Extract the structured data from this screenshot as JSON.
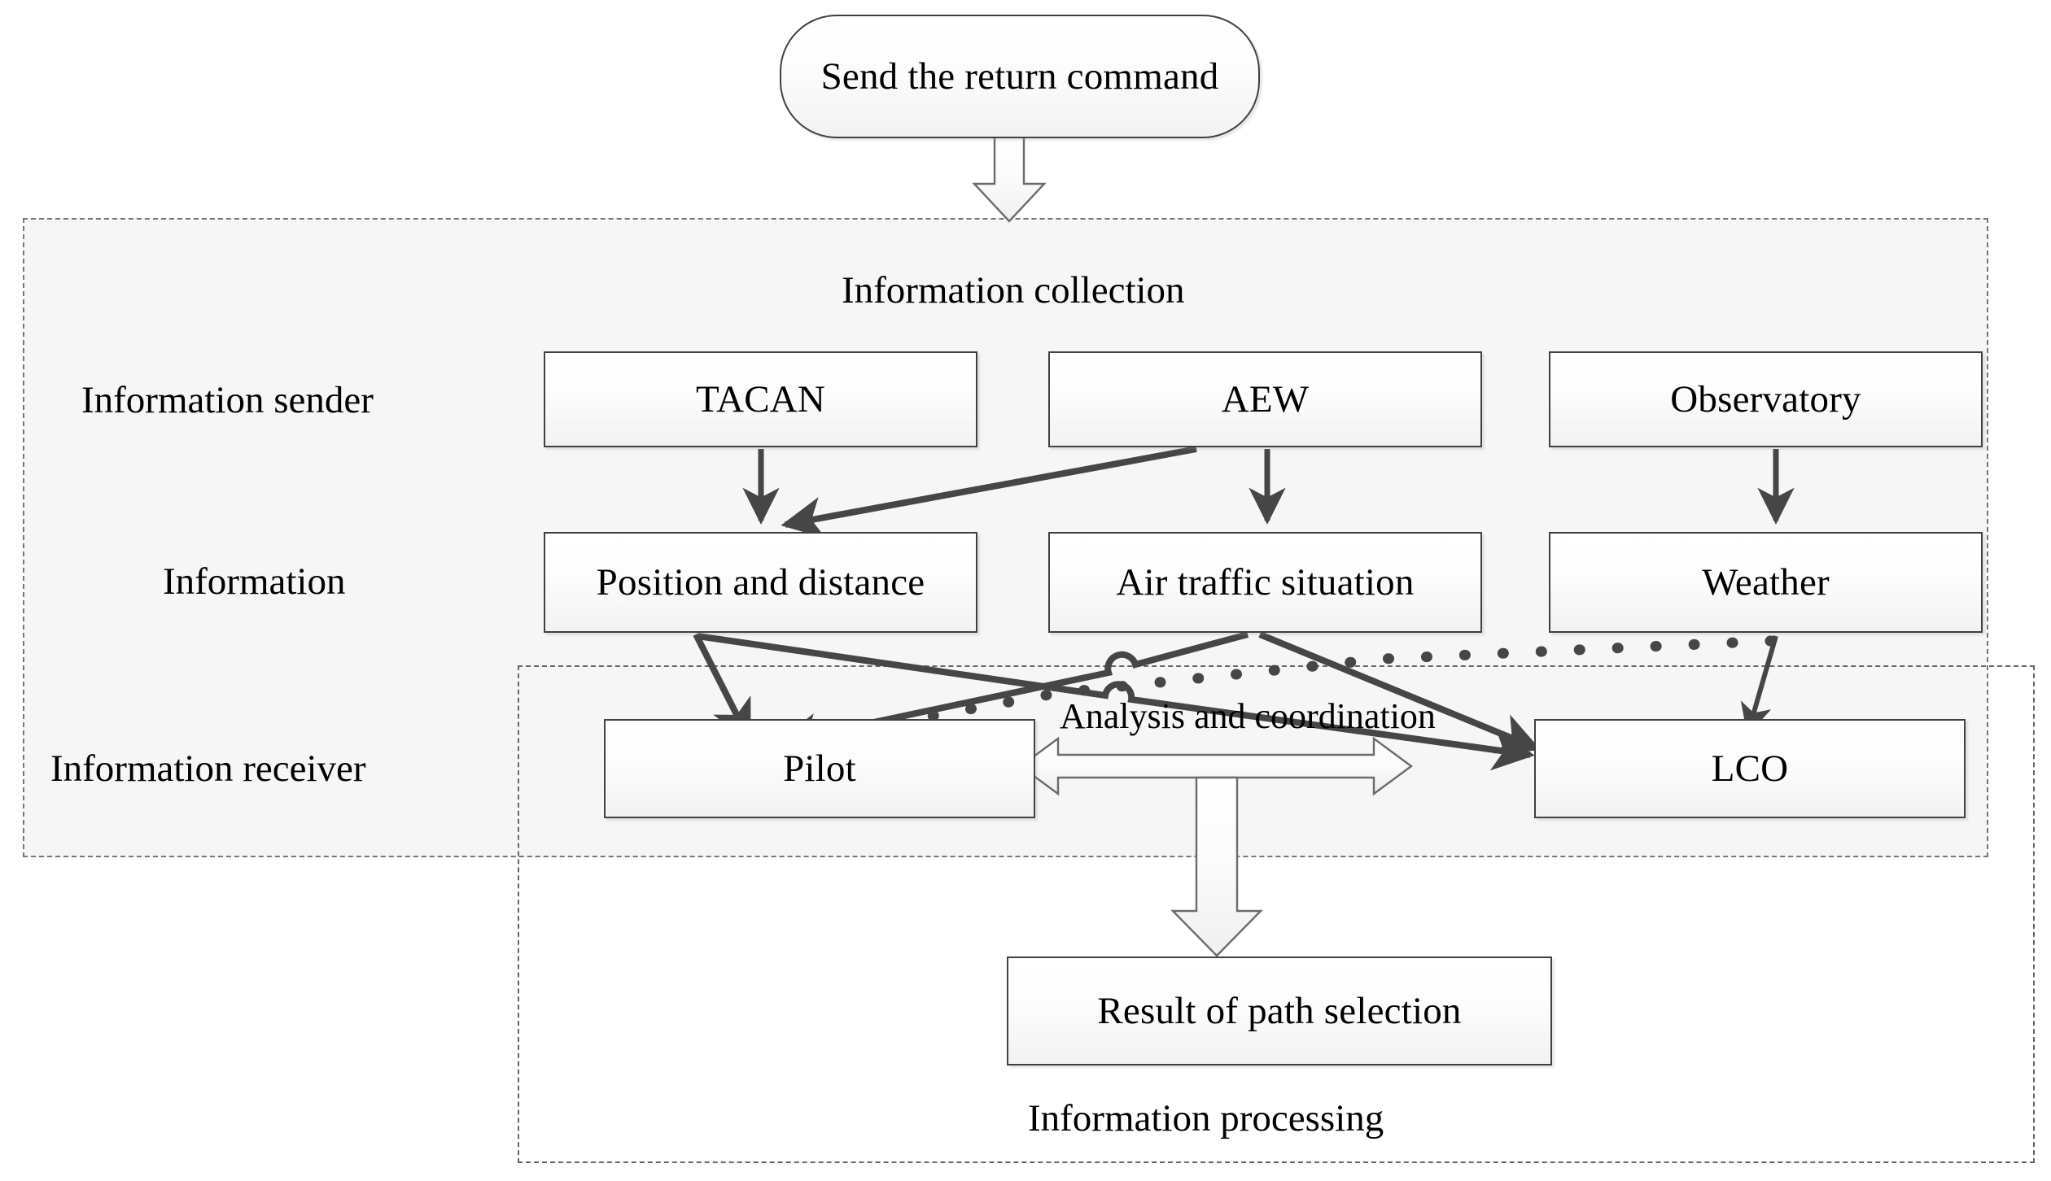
{
  "diagram": {
    "title_hidden": "",
    "groups": [
      {
        "id": "collection",
        "label": "Information collection"
      },
      {
        "id": "processing",
        "label": "Information processing"
      }
    ],
    "row_labels": [
      {
        "id": "sender",
        "label": "Information sender"
      },
      {
        "id": "info",
        "label": "Information"
      },
      {
        "id": "receiver",
        "label": "Information receiver"
      }
    ],
    "nodes": [
      {
        "id": "send-return-command",
        "label": "Send the return command",
        "shape": "rounded-rect"
      },
      {
        "id": "tacan",
        "label": "TACAN",
        "shape": "rect"
      },
      {
        "id": "aew",
        "label": "AEW",
        "shape": "rect"
      },
      {
        "id": "observatory",
        "label": "Observatory",
        "shape": "rect"
      },
      {
        "id": "position-and-distance",
        "label": "Position and distance",
        "shape": "rect"
      },
      {
        "id": "air-traffic-situation",
        "label": "Air traffic situation",
        "shape": "rect"
      },
      {
        "id": "weather",
        "label": "Weather",
        "shape": "rect"
      },
      {
        "id": "pilot",
        "label": "Pilot",
        "shape": "rect"
      },
      {
        "id": "lco",
        "label": "LCO",
        "shape": "rect"
      },
      {
        "id": "result-of-path-selection",
        "label": "Result of path selection",
        "shape": "rect"
      }
    ],
    "edge_labels": [
      {
        "id": "analysis-and-coordination",
        "label": "Analysis and coordination"
      }
    ],
    "edges": [
      {
        "from": "send-return-command",
        "to": "collection-group",
        "style": "block-arrow"
      },
      {
        "from": "tacan",
        "to": "position-and-distance",
        "style": "solid-arrow"
      },
      {
        "from": "aew",
        "to": "position-and-distance",
        "style": "solid-arrow"
      },
      {
        "from": "aew",
        "to": "air-traffic-situation",
        "style": "solid-arrow"
      },
      {
        "from": "observatory",
        "to": "weather",
        "style": "solid-arrow"
      },
      {
        "from": "position-and-distance",
        "to": "pilot",
        "style": "solid-arrow"
      },
      {
        "from": "position-and-distance",
        "to": "lco",
        "style": "solid-arrow"
      },
      {
        "from": "air-traffic-situation",
        "to": "pilot",
        "style": "solid-arrow"
      },
      {
        "from": "air-traffic-situation",
        "to": "lco",
        "style": "solid-arrow"
      },
      {
        "from": "weather",
        "to": "pilot",
        "style": "dotted-arrow"
      },
      {
        "from": "weather",
        "to": "lco",
        "style": "solid-arrow"
      },
      {
        "from": "pilot",
        "to": "lco",
        "style": "double-block-arrow",
        "label": "Analysis and coordination"
      },
      {
        "from": "pilot-lco",
        "to": "result-of-path-selection",
        "style": "block-arrow"
      }
    ],
    "colors": {
      "node_border": "#404040",
      "node_fill_top": "#ffffff",
      "node_fill_bottom": "#f2f2f2",
      "dashed_border": "#666666",
      "group_shade": "#eeeeee",
      "arrow_solid": "#464646",
      "text": "#000000"
    }
  }
}
